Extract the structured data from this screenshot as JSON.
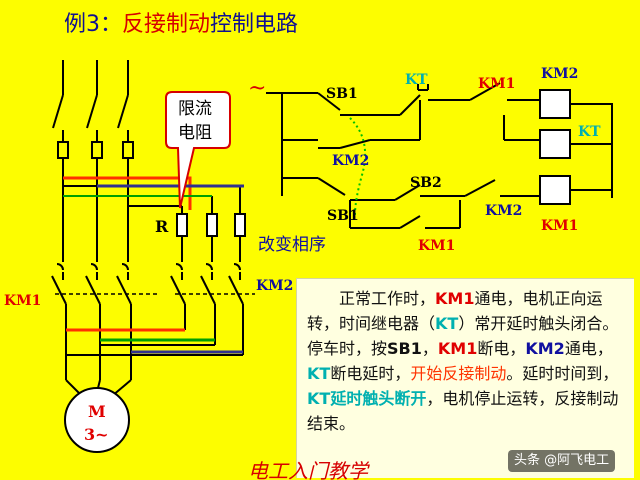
{
  "title": {
    "prefix": "例3：",
    "highlight": "反接制动",
    "suffix": "控制电路"
  },
  "labels": {
    "tilde": "~",
    "sb1": "SB1",
    "sb1_lower": "SB1",
    "sb2": "SB2",
    "kt_top": "KT",
    "km1_top": "KM1",
    "km2_coil": "KM2",
    "kt_coil": "KT",
    "km1_coil": "KM1",
    "km2_contact": "KM2",
    "km2_self": "KM2",
    "km1_bottom": "KM1",
    "km1_left": "KM1",
    "km2_mid": "KM2",
    "resistor": "R",
    "change_phase": "改变相序",
    "callout_line1": "限流",
    "callout_line2": "电阻",
    "motor_line1": "M",
    "motor_line2": "3~"
  },
  "description": [
    {
      "t": "　　正常工作时，",
      "c": ""
    },
    {
      "t": "KM1",
      "c": "red"
    },
    {
      "t": "通电，电机正向运转，时间继电器（",
      "c": ""
    },
    {
      "t": "KT",
      "c": "cyan"
    },
    {
      "t": "）常开延时触头闭合。停车时，按",
      "c": ""
    },
    {
      "t": "SB1",
      "c": "blk"
    },
    {
      "t": "，",
      "c": ""
    },
    {
      "t": "KM1",
      "c": "red"
    },
    {
      "t": "断电，",
      "c": ""
    },
    {
      "t": "KM2",
      "c": "blue"
    },
    {
      "t": "通电，",
      "c": ""
    },
    {
      "t": "KT",
      "c": "cyan"
    },
    {
      "t": "断电延时，",
      "c": ""
    },
    {
      "t": "开始反接制动",
      "c": "orange"
    },
    {
      "t": "。延时时间到，",
      "c": ""
    },
    {
      "t": "KT延时触头断开",
      "c": "cyan"
    },
    {
      "t": "，电机停止运转，反接制动结束。",
      "c": ""
    }
  ],
  "watermark": "电工入门教学",
  "brand": "头条 @阿飞电工",
  "colors": {
    "background": "#fdfd00",
    "red_wire": "#ff3000",
    "green_wire": "#00a000",
    "blue_wire": "#303090",
    "grey_wire": "#b0b0b0",
    "label_blue": "#1010a0",
    "label_red": "#e00000",
    "label_cyan": "#00b0b0"
  }
}
